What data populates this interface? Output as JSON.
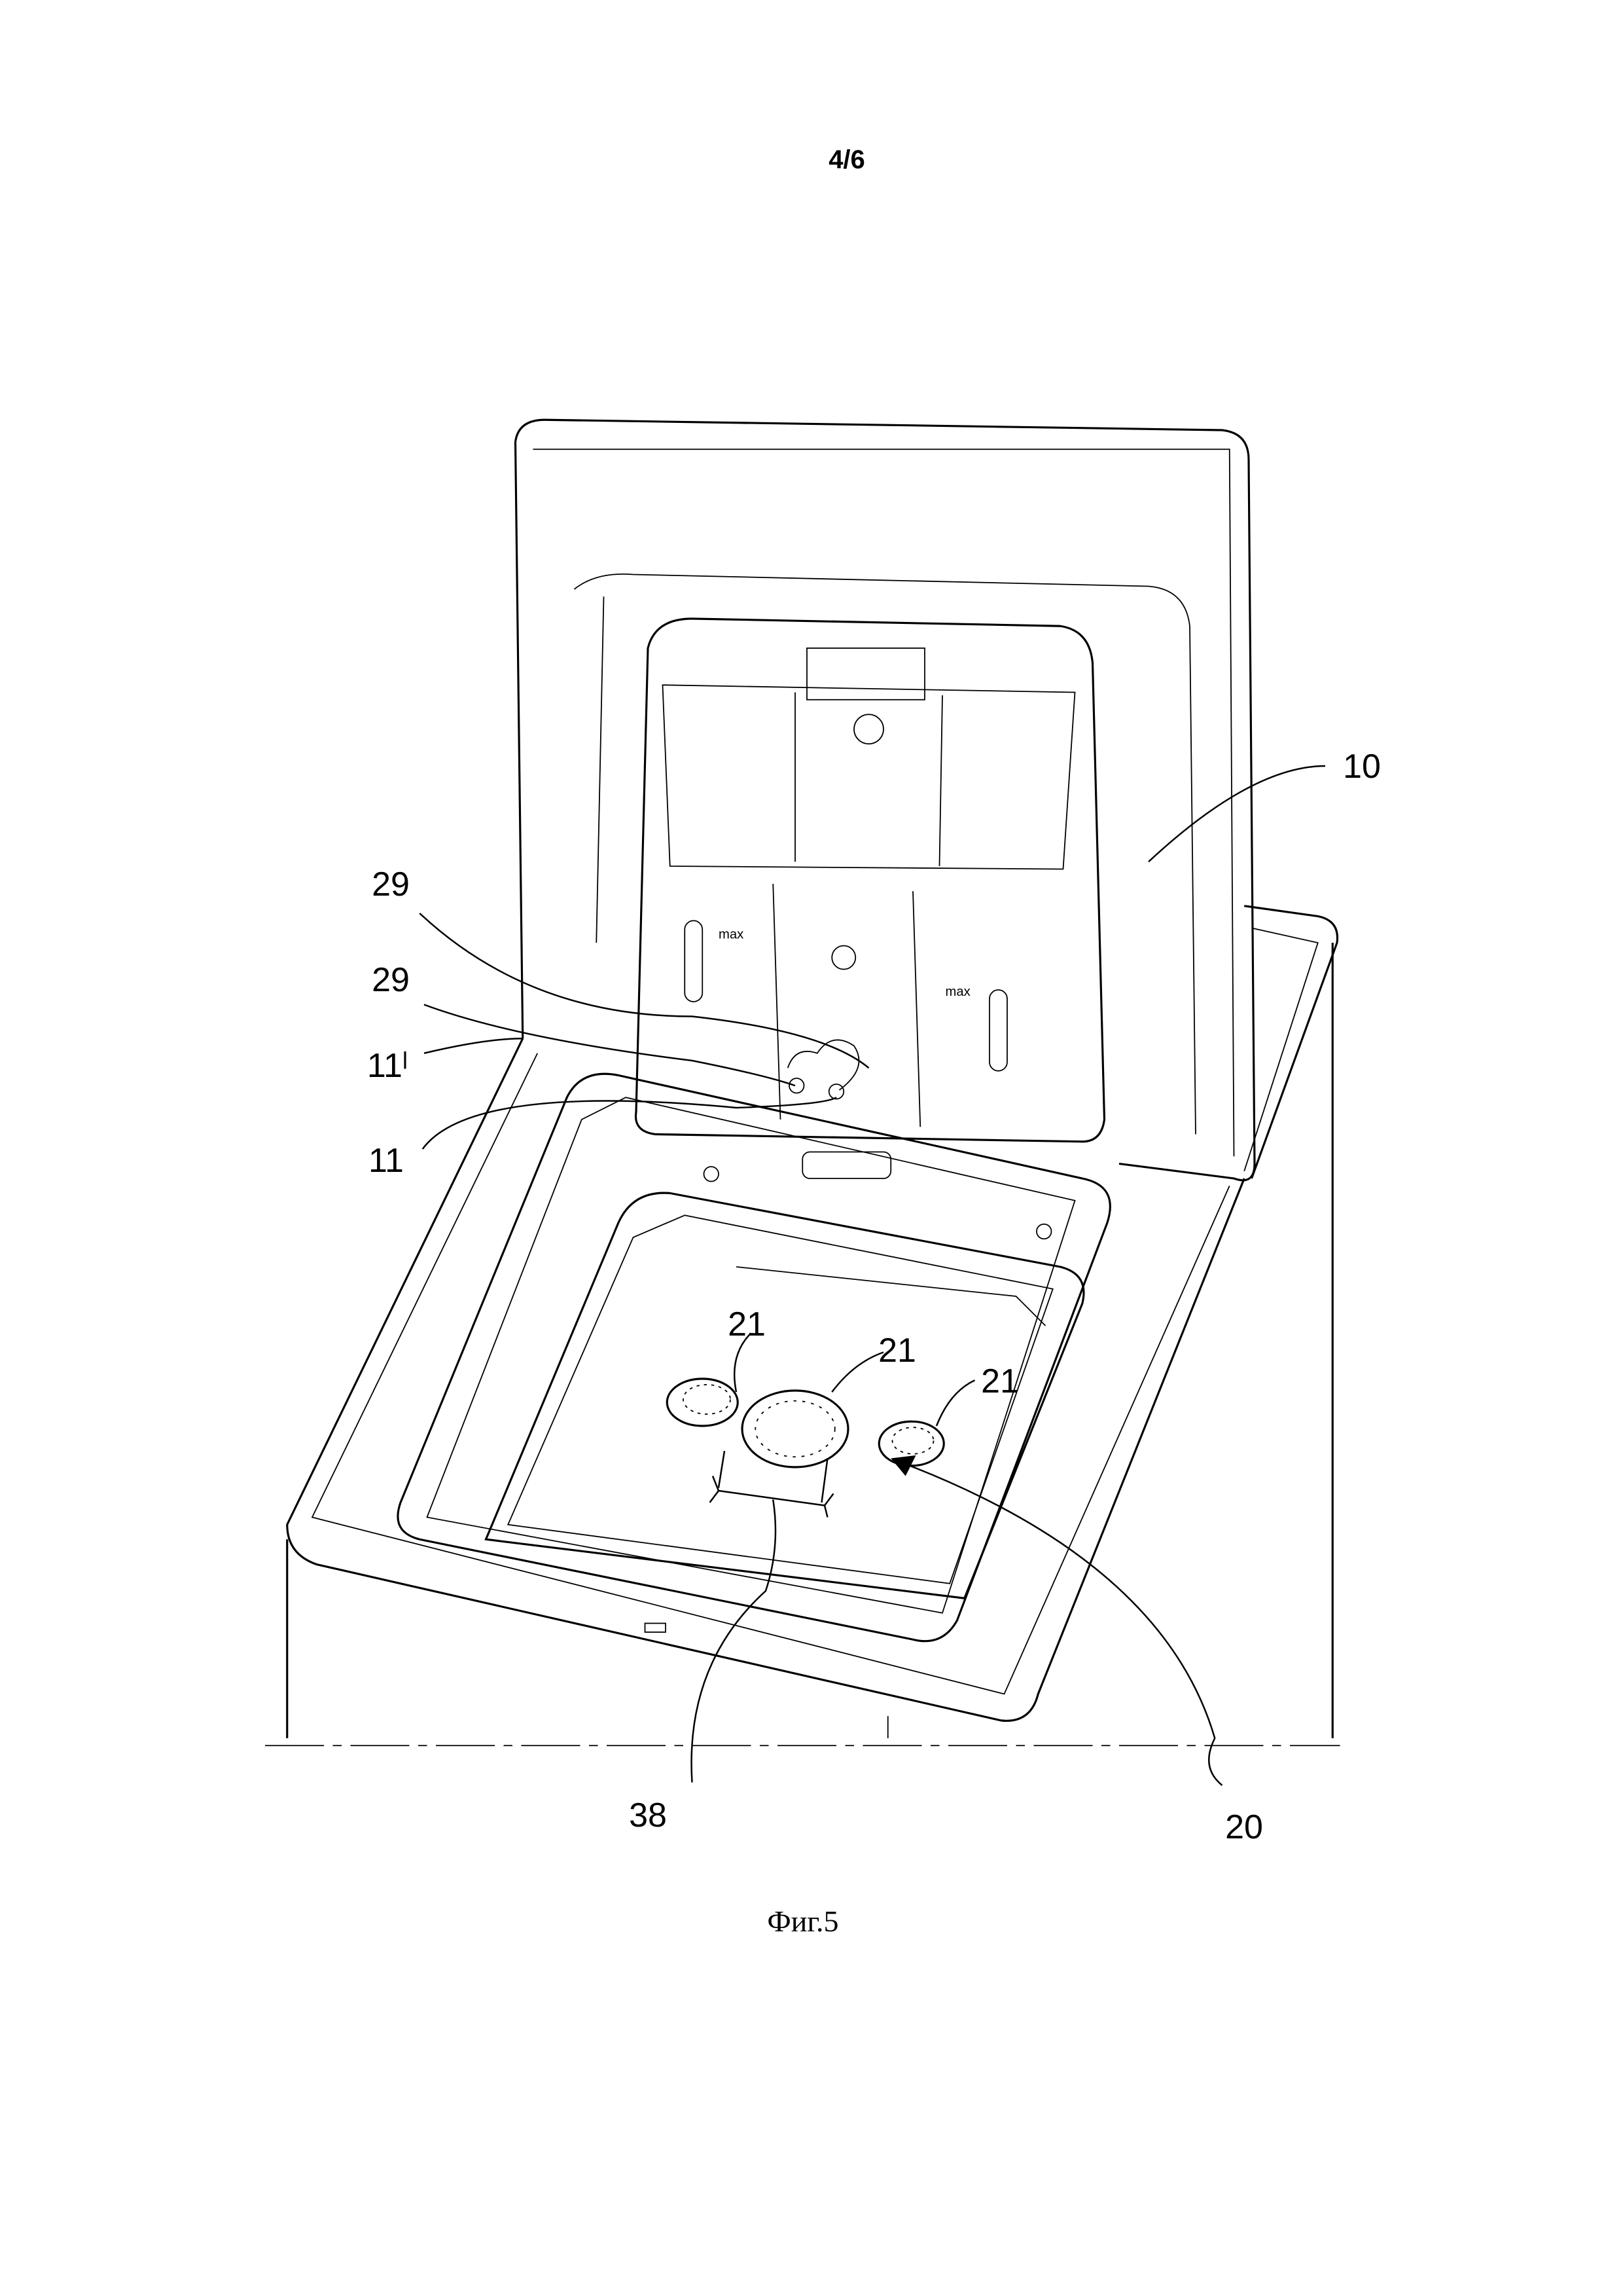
{
  "header": {
    "page_number": "4/6"
  },
  "figure": {
    "caption": "Фиг.5",
    "labels": {
      "lid": "10",
      "ref_29_upper": "29",
      "ref_29_lower": "29",
      "ref_11_prime": "11ˡ",
      "ref_11": "11",
      "filter_left": "21",
      "filter_center": "21",
      "filter_right": "21",
      "dimension": "38",
      "filter_group": "20"
    },
    "scale_marks": {
      "left": "max",
      "right": "max"
    }
  }
}
